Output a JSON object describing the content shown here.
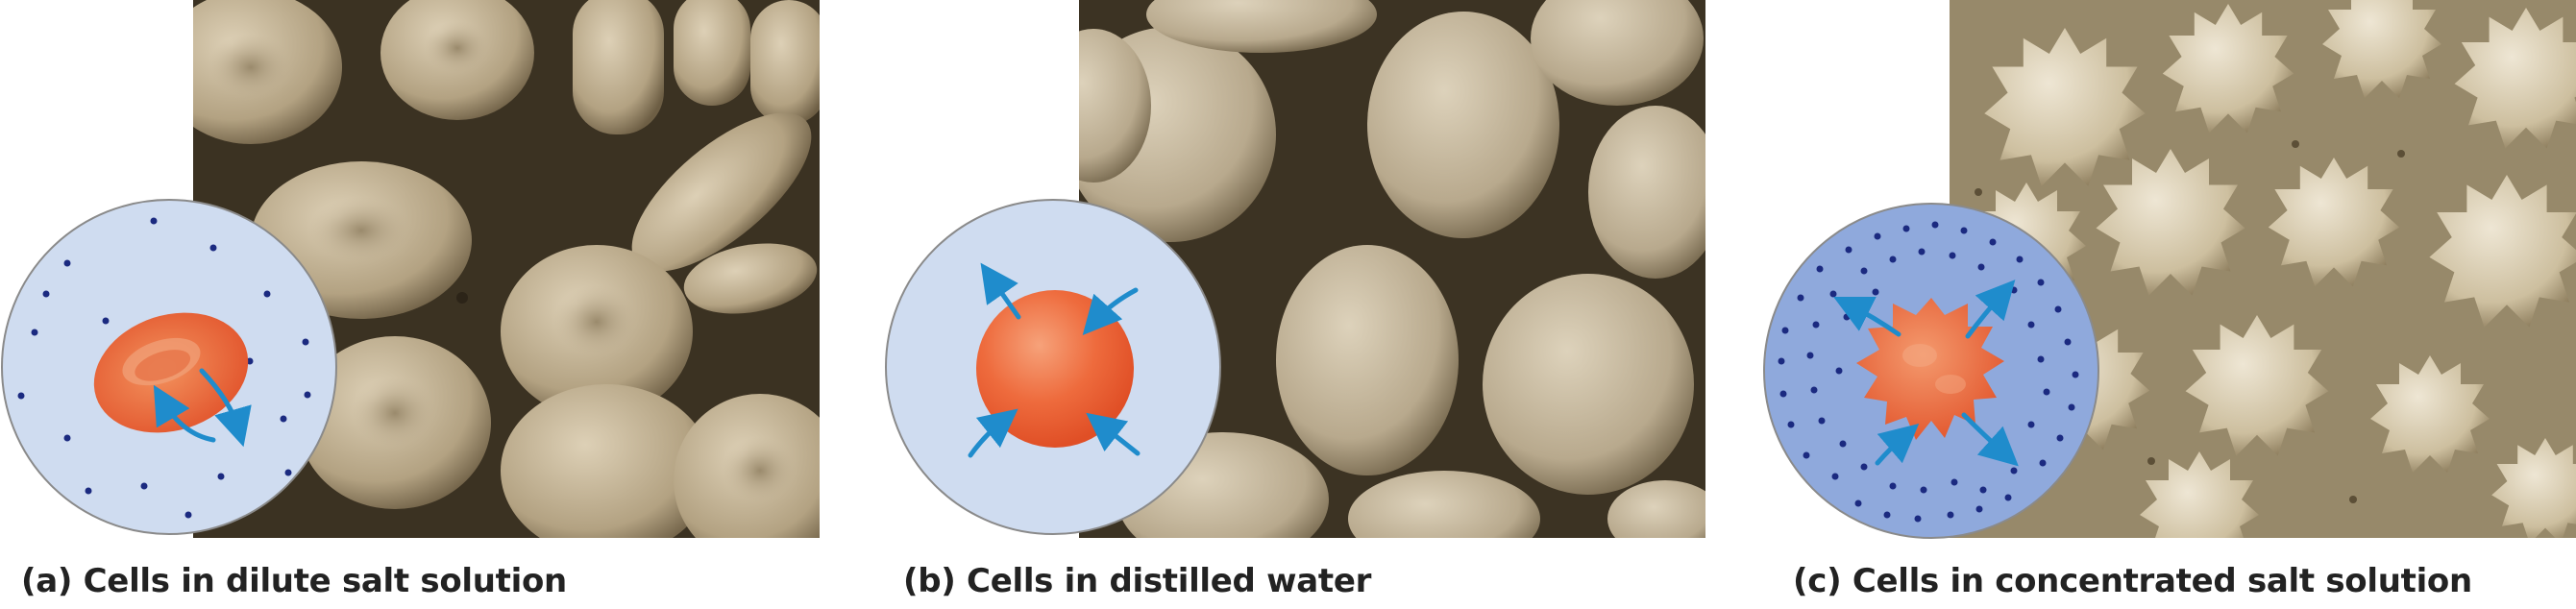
{
  "figure": {
    "panels": [
      {
        "id": "a",
        "caption": "(a) Cells in dilute salt solution",
        "condition": "isotonic",
        "cell_shape": "biconcave-disc",
        "solute_dots": "sparse",
        "arrows": "in-and-out"
      },
      {
        "id": "b",
        "caption": "(b) Cells in distilled water",
        "condition": "hypotonic",
        "cell_shape": "swollen-sphere",
        "solute_dots": "none",
        "arrows": "inward"
      },
      {
        "id": "c",
        "caption": "(c) Cells in concentrated salt solution",
        "condition": "hypertonic",
        "cell_shape": "crenated",
        "solute_dots": "dense",
        "arrows": "outward"
      }
    ]
  },
  "colors": {
    "inset_bg_light": "#cfdcf0",
    "inset_bg_dense": "#8fa9dc",
    "inset_border": "#8a8a8a",
    "solute_dot": "#1b2a80",
    "cell": "#ec6a3c",
    "cell_highlight": "#f4a27e",
    "arrow": "#1f8ccc",
    "micrograph_bg": "#3e3424",
    "micrograph_cell": "#c7b89c",
    "caption_text": "#222222"
  }
}
